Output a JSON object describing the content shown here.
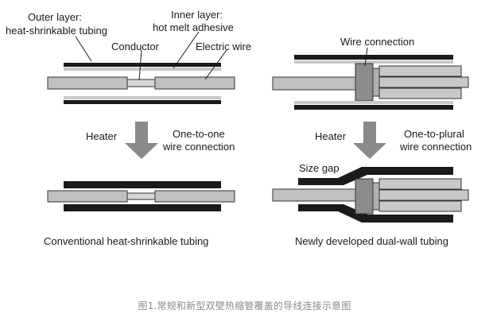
{
  "left": {
    "outer_layer_label_1": "Outer layer:",
    "outer_layer_label_2": "heat-shrinkable tubing",
    "inner_layer_label_1": "Inner layer:",
    "inner_layer_label_2": "hot melt adhesive",
    "conductor_label": "Conductor",
    "electric_wire_label": "Electric wire",
    "heater_label": "Heater",
    "connection_label_1": "One-to-one",
    "connection_label_2": "wire connection",
    "title": "Conventional heat-shrinkable tubing"
  },
  "right": {
    "wire_connection_label": "Wire connection",
    "heater_label": "Heater",
    "connection_label_1": "One-to-plural",
    "connection_label_2": "wire connection",
    "size_gap_label": "Size gap",
    "title": "Newly developed dual-wall tubing"
  },
  "caption": "图1.常规和新型双壁热缩管覆盖的导线连接示意图",
  "colors": {
    "tube_outer": "#1a1a1a",
    "adhesive": "#c8c8c8",
    "wire": "#c0c0c0",
    "connector": "#8c8c8c",
    "arrow": "#8a8a8a"
  }
}
